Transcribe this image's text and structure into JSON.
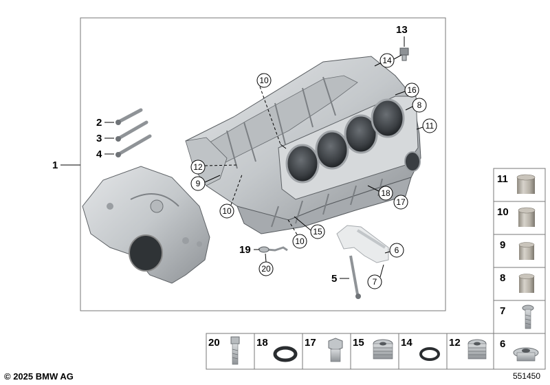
{
  "labels": {
    "1": "1",
    "2": "2",
    "3": "3",
    "4": "4",
    "5": "5",
    "6": "6",
    "7": "7",
    "8": "8",
    "9": "9",
    "10": "10",
    "11": "11",
    "12": "12",
    "13": "13",
    "14": "14",
    "15": "15",
    "16": "16",
    "17": "17",
    "18": "18",
    "19": "19",
    "20": "20"
  },
  "side_panel": [
    "11",
    "10",
    "9",
    "8",
    "7",
    "6"
  ],
  "bottom_panel": [
    "20",
    "18",
    "17",
    "15",
    "14",
    "12"
  ],
  "footer": {
    "copyright": "© 2025 BMW AG",
    "diagram_number": "551450"
  },
  "colors": {
    "part_gray": "#c9ccce",
    "part_dark": "#8a8e92",
    "bore_dark": "#3c4044",
    "frame": "#777777"
  }
}
